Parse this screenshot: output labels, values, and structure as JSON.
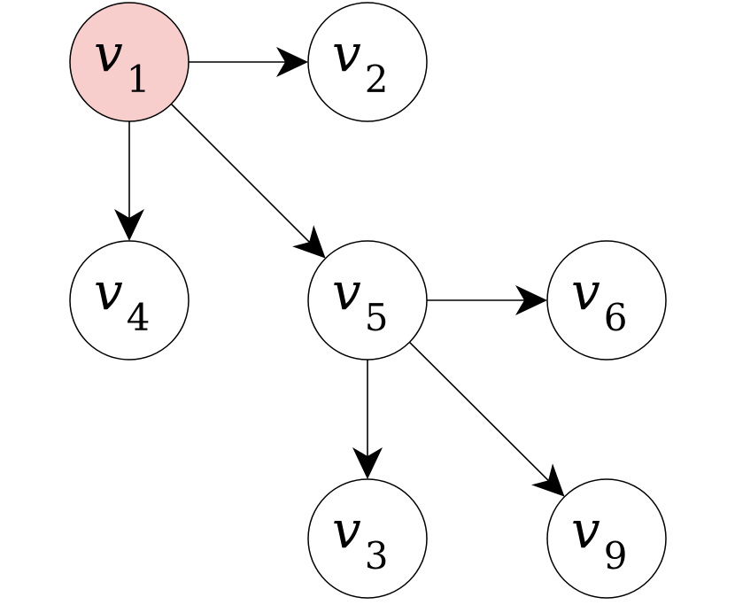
{
  "colors": {
    "highlight_fill": "#f8cecc",
    "highlight_stroke": "#b85450",
    "default_fill": "#ffffff",
    "default_stroke": "#000000"
  },
  "nodes": [
    {
      "id": "v1",
      "letter": "v",
      "sub": "1",
      "highlighted": true
    },
    {
      "id": "v2",
      "letter": "v",
      "sub": "2",
      "highlighted": false
    },
    {
      "id": "v4",
      "letter": "v",
      "sub": "4",
      "highlighted": false
    },
    {
      "id": "v5",
      "letter": "v",
      "sub": "5",
      "highlighted": false
    },
    {
      "id": "v6",
      "letter": "v",
      "sub": "6",
      "highlighted": false
    },
    {
      "id": "v3",
      "letter": "v",
      "sub": "3",
      "highlighted": false
    },
    {
      "id": "v9",
      "letter": "v",
      "sub": "9",
      "highlighted": false
    }
  ],
  "edges": [
    {
      "from": "v1",
      "to": "v2"
    },
    {
      "from": "v1",
      "to": "v4"
    },
    {
      "from": "v1",
      "to": "v5"
    },
    {
      "from": "v5",
      "to": "v6"
    },
    {
      "from": "v5",
      "to": "v3"
    },
    {
      "from": "v5",
      "to": "v9"
    }
  ]
}
